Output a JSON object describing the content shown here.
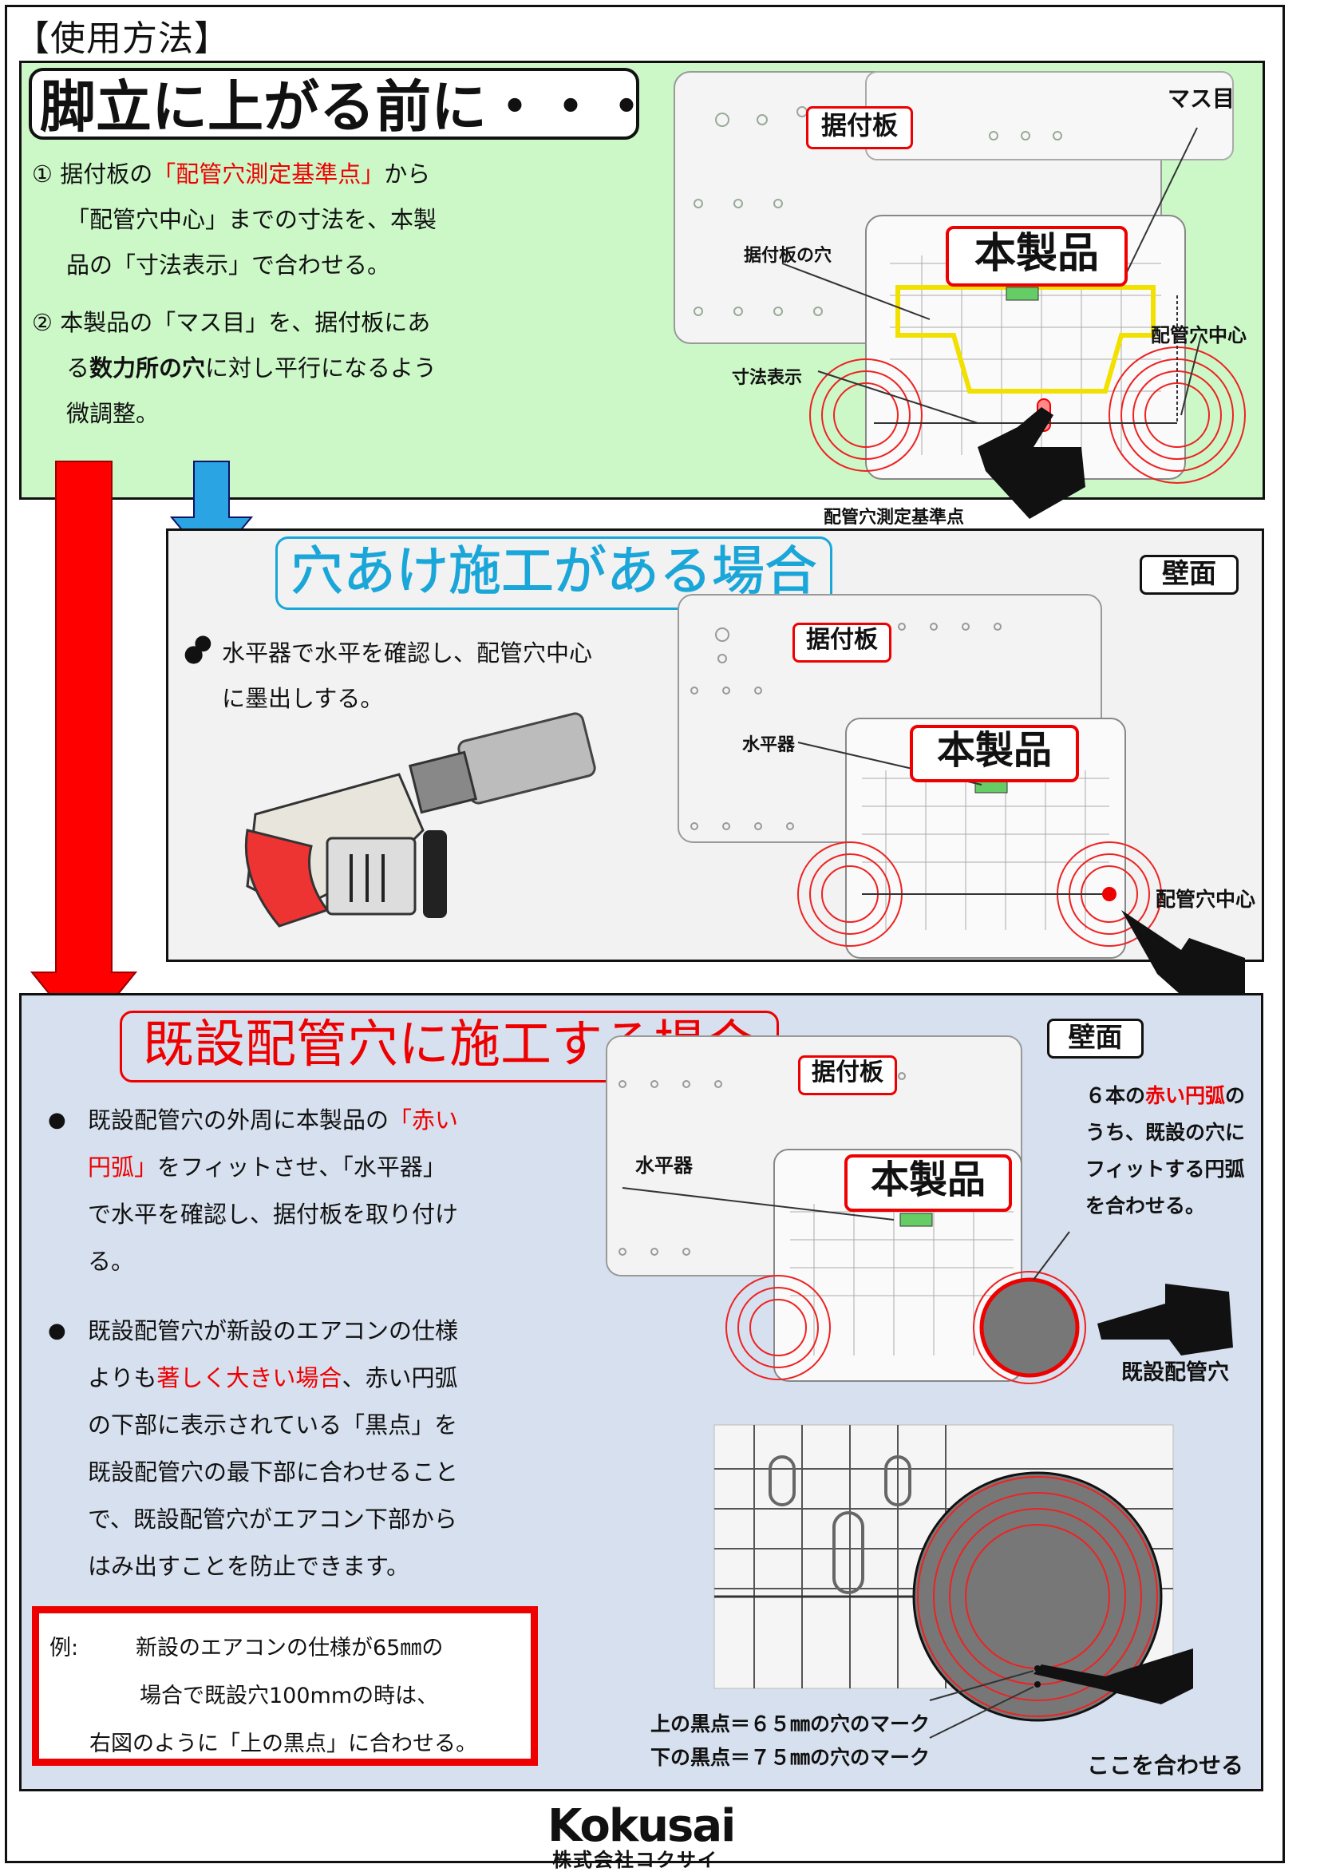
{
  "header": {
    "title": "【使用方法】"
  },
  "section1": {
    "title": "脚立に上がる前に・・・",
    "step1": {
      "num": "①",
      "pre": "据付板の",
      "highlight": "「配管穴測定基準点」",
      "post1": "から",
      "line2": "「配管穴中心」までの寸法を、本製",
      "line3": "品の「寸法表示」で合わせる。"
    },
    "step2": {
      "num": "②",
      "line1": "本製品の「マス目」を、据付板にあ",
      "line2_pre": "る",
      "line2_bold": "数力所の穴",
      "line2_post": "に対し平行になるよう",
      "line3": "微調整。"
    },
    "figure": {
      "label_plate": "据付板",
      "label_product": "本製品",
      "label_grid": "マス目",
      "label_hole": "据付板の穴",
      "label_center": "配管穴中心",
      "label_dimension": "寸法表示",
      "label_reference": "配管穴測定基準点"
    }
  },
  "section2": {
    "title": "穴あけ施工がある場合",
    "wall": "壁面",
    "bullet": {
      "line1": "水平器で水平を確認し、配管穴中心",
      "line2": "に墨出しする。"
    },
    "figure": {
      "label_plate": "据付板",
      "label_product": "本製品",
      "label_level": "水平器",
      "label_center": "配管穴中心"
    }
  },
  "section3": {
    "title": "既設配管穴に施工する場合",
    "wall": "壁面",
    "bullet1": {
      "line1_pre": "既設配管穴の外周に本製品の",
      "line1_red": "「赤い",
      "line2_red": "円弧」",
      "line2_post": "をフィットさせ、「水平器」",
      "line3": "で水平を確認し、据付板を取り付け",
      "line4": "る。"
    },
    "bullet2": {
      "line1": "既設配管穴が新設のエアコンの仕様",
      "line2_pre": "よりも",
      "line2_red": "著しく大きい場合",
      "line2_post": "、赤い円弧",
      "line3": "の下部に表示されている「黒点」を",
      "line4": "既設配管穴の最下部に合わせること",
      "line5": "で、既設配管穴がエアコン下部から",
      "line6": "はみ出すことを防止できます。"
    },
    "example": {
      "label": "例:",
      "line1": "新設のエアコンの仕様が65㎜の",
      "line2": "場合で既設穴100mmの時は、",
      "line3": "右図のように「上の黒点」に合わせる。"
    },
    "figure": {
      "label_plate": "据付板",
      "label_product": "本製品",
      "label_level": "水平器",
      "note_pre": "６本の",
      "note_red": "赤い円弧",
      "note_post": "の",
      "note2": "うち、既設の穴に",
      "note3": "フィットする円弧",
      "note4": "を合わせる。",
      "label_existing": "既設配管穴",
      "dot_upper": "上の黒点＝６５㎜の穴のマーク",
      "dot_lower": "下の黒点＝７５㎜の穴のマーク",
      "align_here": "ここを合わせる"
    }
  },
  "footer": {
    "brand": "Kokusai",
    "company": "株式会社コクサイ"
  }
}
